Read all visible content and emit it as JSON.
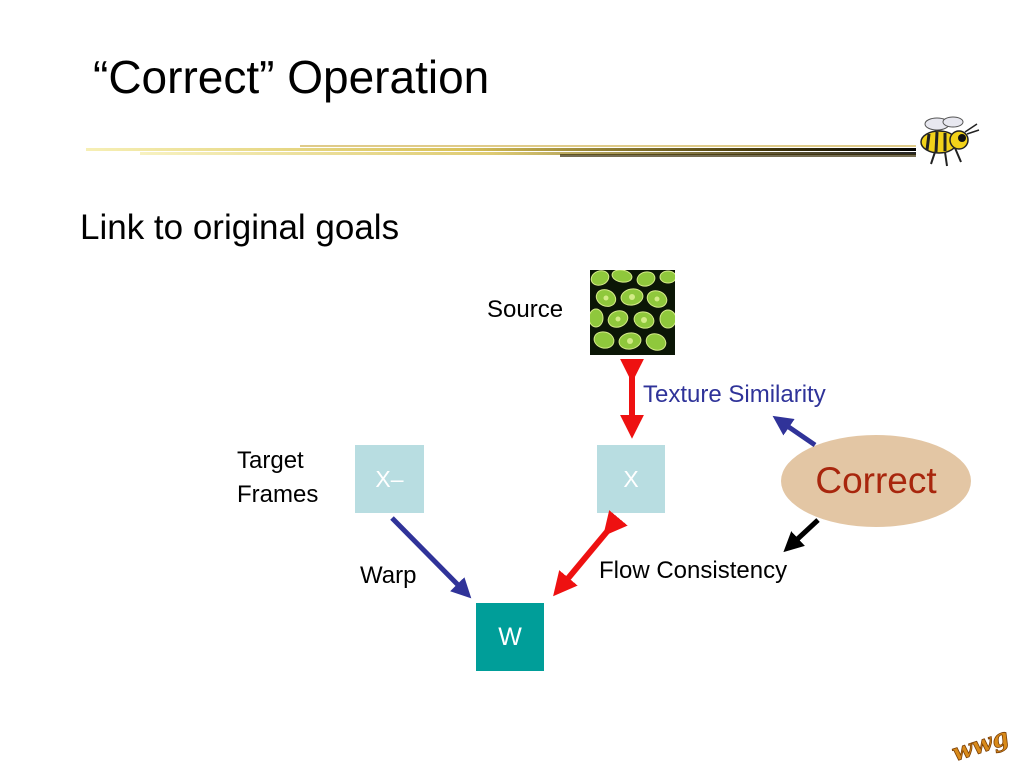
{
  "slide": {
    "title": "“Correct” Operation",
    "bullet": "Link to original goals"
  },
  "diagram": {
    "source_label": "Source",
    "texture_similarity_label": "Texture Similarity",
    "target_frames_label": "Target Frames",
    "warp_label": "Warp",
    "flow_consistency_label": "Flow Consistency",
    "box_prev_label": "X–",
    "box_current_label": "X",
    "box_warp_label": "W",
    "correct_label": "Correct"
  },
  "colors": {
    "red_arrow": "#ee1111",
    "blue_arrow": "#303399",
    "black_arrow": "#000000",
    "box_light": "#b8dde1",
    "box_teal": "#009e99",
    "ellipse_fill": "#e3c6a4",
    "ellipse_text": "#a8260d"
  },
  "icons": {
    "header_mascot": "yellow-jacket-bee-icon",
    "footer_logo": "logo-icon"
  }
}
